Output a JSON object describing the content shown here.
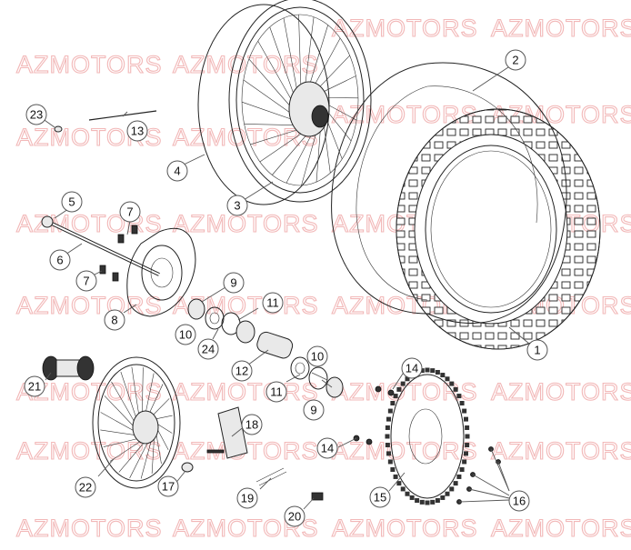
{
  "watermark": {
    "text": "AZMOTORS",
    "color": "#f2b8b8"
  },
  "callouts": [
    {
      "id": "1",
      "label": "1"
    },
    {
      "id": "2",
      "label": "2"
    },
    {
      "id": "3",
      "label": "3"
    },
    {
      "id": "4",
      "label": "4"
    },
    {
      "id": "5",
      "label": "5"
    },
    {
      "id": "6",
      "label": "6"
    },
    {
      "id": "7a",
      "label": "7"
    },
    {
      "id": "7b",
      "label": "7"
    },
    {
      "id": "8",
      "label": "8"
    },
    {
      "id": "9a",
      "label": "9"
    },
    {
      "id": "9b",
      "label": "9"
    },
    {
      "id": "10a",
      "label": "10"
    },
    {
      "id": "10b",
      "label": "10"
    },
    {
      "id": "11a",
      "label": "11"
    },
    {
      "id": "11b",
      "label": "11"
    },
    {
      "id": "12",
      "label": "12"
    },
    {
      "id": "13",
      "label": "13"
    },
    {
      "id": "14a",
      "label": "14"
    },
    {
      "id": "14b",
      "label": "14"
    },
    {
      "id": "15",
      "label": "15"
    },
    {
      "id": "16",
      "label": "16"
    },
    {
      "id": "17",
      "label": "17"
    },
    {
      "id": "18",
      "label": "18"
    },
    {
      "id": "19",
      "label": "19"
    },
    {
      "id": "20",
      "label": "20"
    },
    {
      "id": "21",
      "label": "21"
    },
    {
      "id": "22",
      "label": "22"
    },
    {
      "id": "23",
      "label": "23"
    },
    {
      "id": "24",
      "label": "24"
    }
  ]
}
